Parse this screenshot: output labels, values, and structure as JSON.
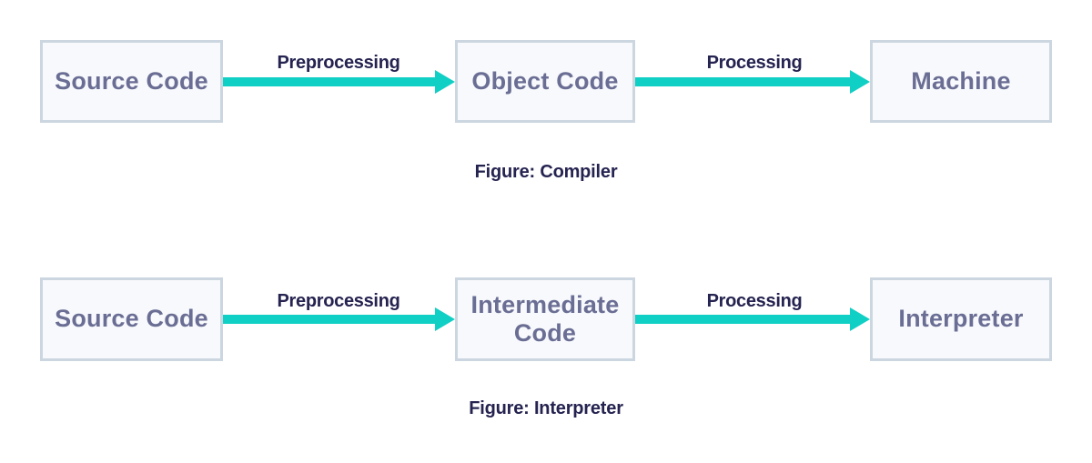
{
  "diagram": {
    "background_color": "#ffffff",
    "box_fill_color": "#f7f9fc",
    "box_border_color": "#ccd6e0",
    "box_text_color": "#6b6e94",
    "arrow_color": "#10cfc4",
    "label_color": "#252350",
    "rows": [
      {
        "id": "compiler",
        "caption": "Figure: Compiler",
        "nodes": [
          {
            "id": "source-code",
            "label": "Source Code"
          },
          {
            "id": "object-code",
            "label": "Object Code"
          },
          {
            "id": "machine",
            "label": "Machine"
          }
        ],
        "arrows": [
          {
            "id": "preprocessing",
            "label": "Preprocessing"
          },
          {
            "id": "processing",
            "label": "Processing"
          }
        ]
      },
      {
        "id": "interpreter",
        "caption": "Figure: Interpreter",
        "nodes": [
          {
            "id": "source-code",
            "label": "Source Code"
          },
          {
            "id": "intermediate-code",
            "label": "Intermediate\nCode"
          },
          {
            "id": "interpreter",
            "label": "Interpreter"
          }
        ],
        "arrows": [
          {
            "id": "preprocessing",
            "label": "Preprocessing"
          },
          {
            "id": "processing",
            "label": "Processing"
          }
        ]
      }
    ]
  }
}
